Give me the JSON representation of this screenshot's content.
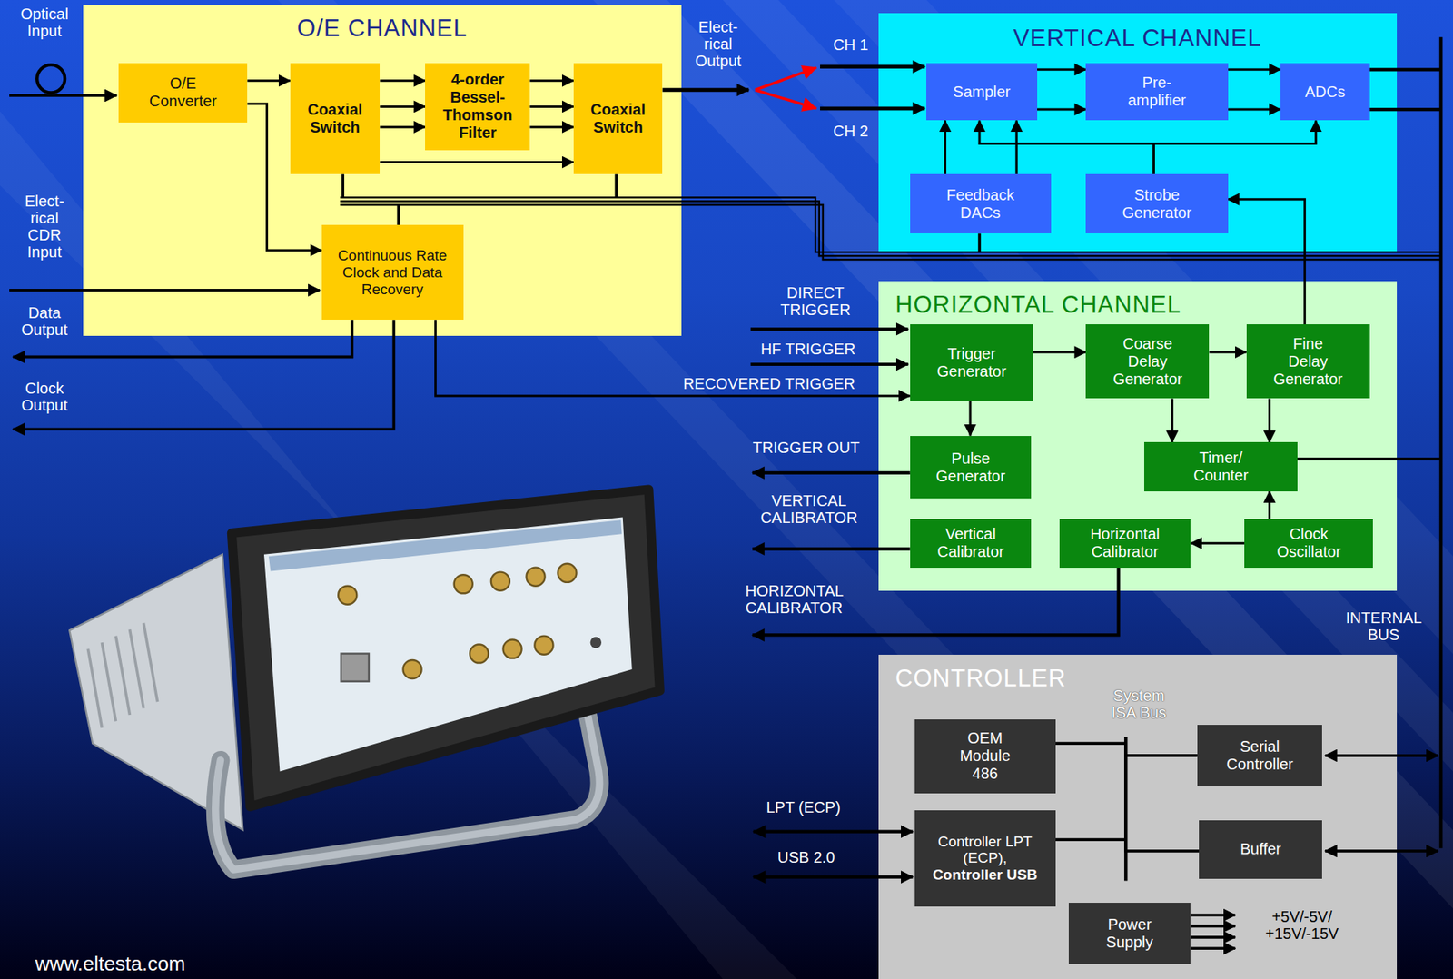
{
  "diagram": {
    "nodes": [
      {
        "text": [
          "O/E CHANNEL"
        ]
      },
      {
        "text": [
          "O/E Converter"
        ],
        "in": 0
      },
      {
        "text": [
          "Coaxial Switch"
        ],
        "in": 0
      },
      {
        "text": [
          "4-order Bessel-Thomson Filter"
        ],
        "in": 0
      },
      {
        "text": [
          "Coaxial Switch"
        ],
        "in": 0
      },
      {
        "text": [
          "Continuous Rate Clock and Data Recovery"
        ],
        "in": 0
      },
      {
        "text": [
          "VERTICAL CHANNEL"
        ]
      },
      {
        "text": [
          "Sampler"
        ],
        "in": 6
      },
      {
        "text": [
          "Pre- amplifier"
        ],
        "in": 6
      },
      {
        "text": [
          "ADCs"
        ],
        "in": 6
      },
      {
        "text": [
          "Feedback DACs"
        ],
        "in": 6
      },
      {
        "text": [
          "Strobe Generator"
        ],
        "in": 6
      },
      {
        "text": [
          "HORIZONTAL CHANNEL"
        ]
      },
      {
        "text": [
          "Trigger Generator"
        ],
        "in": 12
      },
      {
        "text": [
          "Coarse Delay Generator"
        ],
        "in": 12
      },
      {
        "text": [
          "Fine Delay Generator"
        ],
        "in": 12
      },
      {
        "text": [
          "Pulse Generator"
        ],
        "in": 12
      },
      {
        "text": [
          "Timer/ Counter"
        ],
        "in": 12
      },
      {
        "text": [
          "Vertical Calibrator"
        ],
        "in": 12
      },
      {
        "text": [
          "Horizontal Calibrator"
        ],
        "in": 12
      },
      {
        "text": [
          "Clock Oscillator"
        ],
        "in": 12
      },
      {
        "text": [
          "CONTROLLER"
        ]
      },
      {
        "text": [
          "OEM Module 486"
        ],
        "in": 21
      },
      {
        "text": [
          "Serial Controller"
        ],
        "in": 21
      },
      {
        "text": [
          "Controller LPT (ECP),",
          "Controller USB"
        ],
        "in": 21
      },
      {
        "text": [
          "Buffer"
        ],
        "in": 21
      },
      {
        "text": [
          "Power Supply"
        ],
        "in": 21
      }
    ],
    "edges": [
      {
        "from": 1,
        "to": 2,
        "arrow": "to"
      },
      {
        "from": 2,
        "to": 3,
        "arrow": "to"
      },
      {
        "from": 2,
        "to": 3,
        "arrow": "to"
      },
      {
        "from": 2,
        "to": 3,
        "arrow": "to"
      },
      {
        "from": 3,
        "to": 4,
        "arrow": "to"
      },
      {
        "from": 3,
        "to": 4,
        "arrow": "to"
      },
      {
        "from": 3,
        "to": 4,
        "arrow": "to"
      },
      {
        "from": 2,
        "to": 4,
        "arrow": "to"
      },
      {
        "from": 1,
        "to": 5,
        "arrow": "to"
      },
      {
        "from": 7,
        "to": 8,
        "arrow": "to"
      },
      {
        "from": 7,
        "to": 8,
        "arrow": "to"
      },
      {
        "from": 8,
        "to": 9,
        "arrow": "to"
      },
      {
        "from": 8,
        "to": 9,
        "arrow": "to"
      },
      {
        "from": 10,
        "to": 7,
        "arrow": "to"
      },
      {
        "from": 10,
        "to": 7,
        "arrow": "to"
      },
      {
        "from": 11,
        "to": 7,
        "arrow": "to"
      },
      {
        "from": 11,
        "to": 9,
        "arrow": "to"
      },
      {
        "from": 15,
        "to": 11,
        "arrow": "to"
      },
      {
        "from": 13,
        "to": 14,
        "arrow": "to"
      },
      {
        "from": 14,
        "to": 15,
        "arrow": "to"
      },
      {
        "from": 13,
        "to": 16,
        "arrow": "to"
      },
      {
        "from": 14,
        "to": 17,
        "arrow": "to"
      },
      {
        "from": 15,
        "to": 17,
        "arrow": "to"
      },
      {
        "from": 20,
        "to": 17,
        "arrow": "to"
      },
      {
        "from": 20,
        "to": 19,
        "arrow": "to"
      },
      {
        "from": 5,
        "to": 13,
        "arrow": "to",
        "label": "RECOVERED TRIGGER"
      },
      {
        "from": 22,
        "to": 23,
        "arrow": "none"
      },
      {
        "from": 22,
        "to": 25,
        "arrow": "none"
      },
      {
        "from": 24,
        "to": 23,
        "arrow": "none"
      },
      {
        "from": 24,
        "to": 25,
        "arrow": "none"
      }
    ],
    "labels": [
      "Optical Input",
      "Elect- rical CDR Input",
      "Data Output",
      "Clock Output",
      "Elect- rical Output",
      "CH 1",
      "CH 2",
      "DIRECT TRIGGER",
      "HF TRIGGER",
      "TRIGGER OUT",
      "VERTICAL CALIBRATOR",
      "HORIZONTAL CALIBRATOR",
      "INTERNAL BUS",
      "System ISA Bus",
      "LPT (ECP)",
      "USB 2.0",
      "+5V/-5V/ +15V/-15V",
      "www.eltesta.com"
    ]
  }
}
